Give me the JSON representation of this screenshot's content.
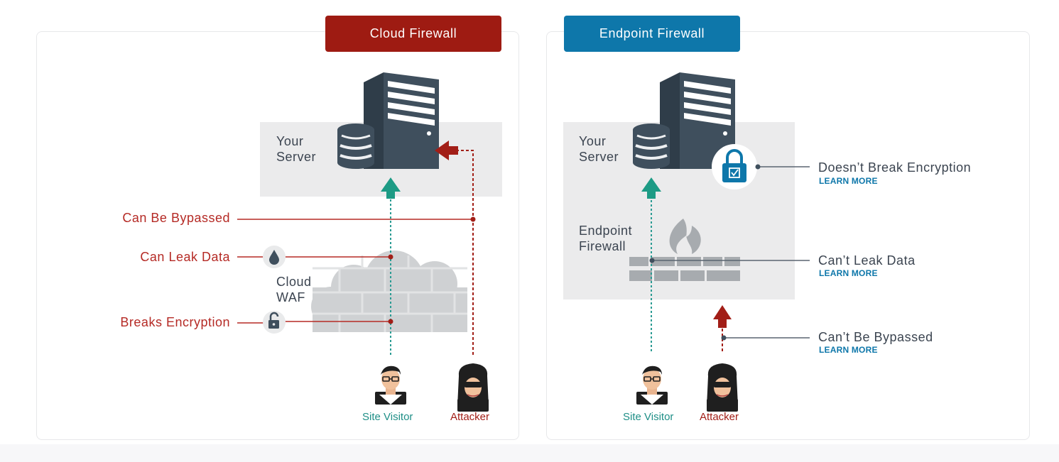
{
  "colors": {
    "cloud_accent": "#9e1b12",
    "endpoint_accent": "#0e77aa",
    "visitor_path": "#2a9b93",
    "attacker_path": "#a21e17",
    "server_dark": "#3f4f5d",
    "firewall_gray": "#a7abaf"
  },
  "cloud": {
    "tab_label": "Cloud Firewall",
    "server_label_1": "Your",
    "server_label_2": "Server",
    "waf_label_1": "Cloud",
    "waf_label_2": "WAF",
    "issues": [
      "Can Be Bypassed",
      "Can Leak Data",
      "Breaks Encryption"
    ],
    "visitor_caption": "Site Visitor",
    "attacker_caption": "Attacker"
  },
  "endpoint": {
    "tab_label": "Endpoint Firewall",
    "server_label_1": "Your",
    "server_label_2": "Server",
    "firewall_label_1": "Endpoint",
    "firewall_label_2": "Firewall",
    "benefits": [
      {
        "label": "Doesn’t Break Encryption",
        "link": "LEARN MORE"
      },
      {
        "label": "Can’t Leak Data",
        "link": "LEARN MORE"
      },
      {
        "label": "Can’t Be Bypassed",
        "link": "LEARN MORE"
      }
    ],
    "visitor_caption": "Site Visitor",
    "attacker_caption": "Attacker"
  },
  "icons": {
    "server": "server-tower-icon",
    "database": "database-icon",
    "cloud": "cloud-icon",
    "brick_wall": "brick-wall-icon",
    "flame": "flame-icon",
    "lock": "padlock-icon",
    "drop": "water-drop-icon",
    "unlock": "unlocked-padlock-icon",
    "visitor": "visitor-avatar-icon",
    "attacker": "attacker-avatar-icon"
  }
}
